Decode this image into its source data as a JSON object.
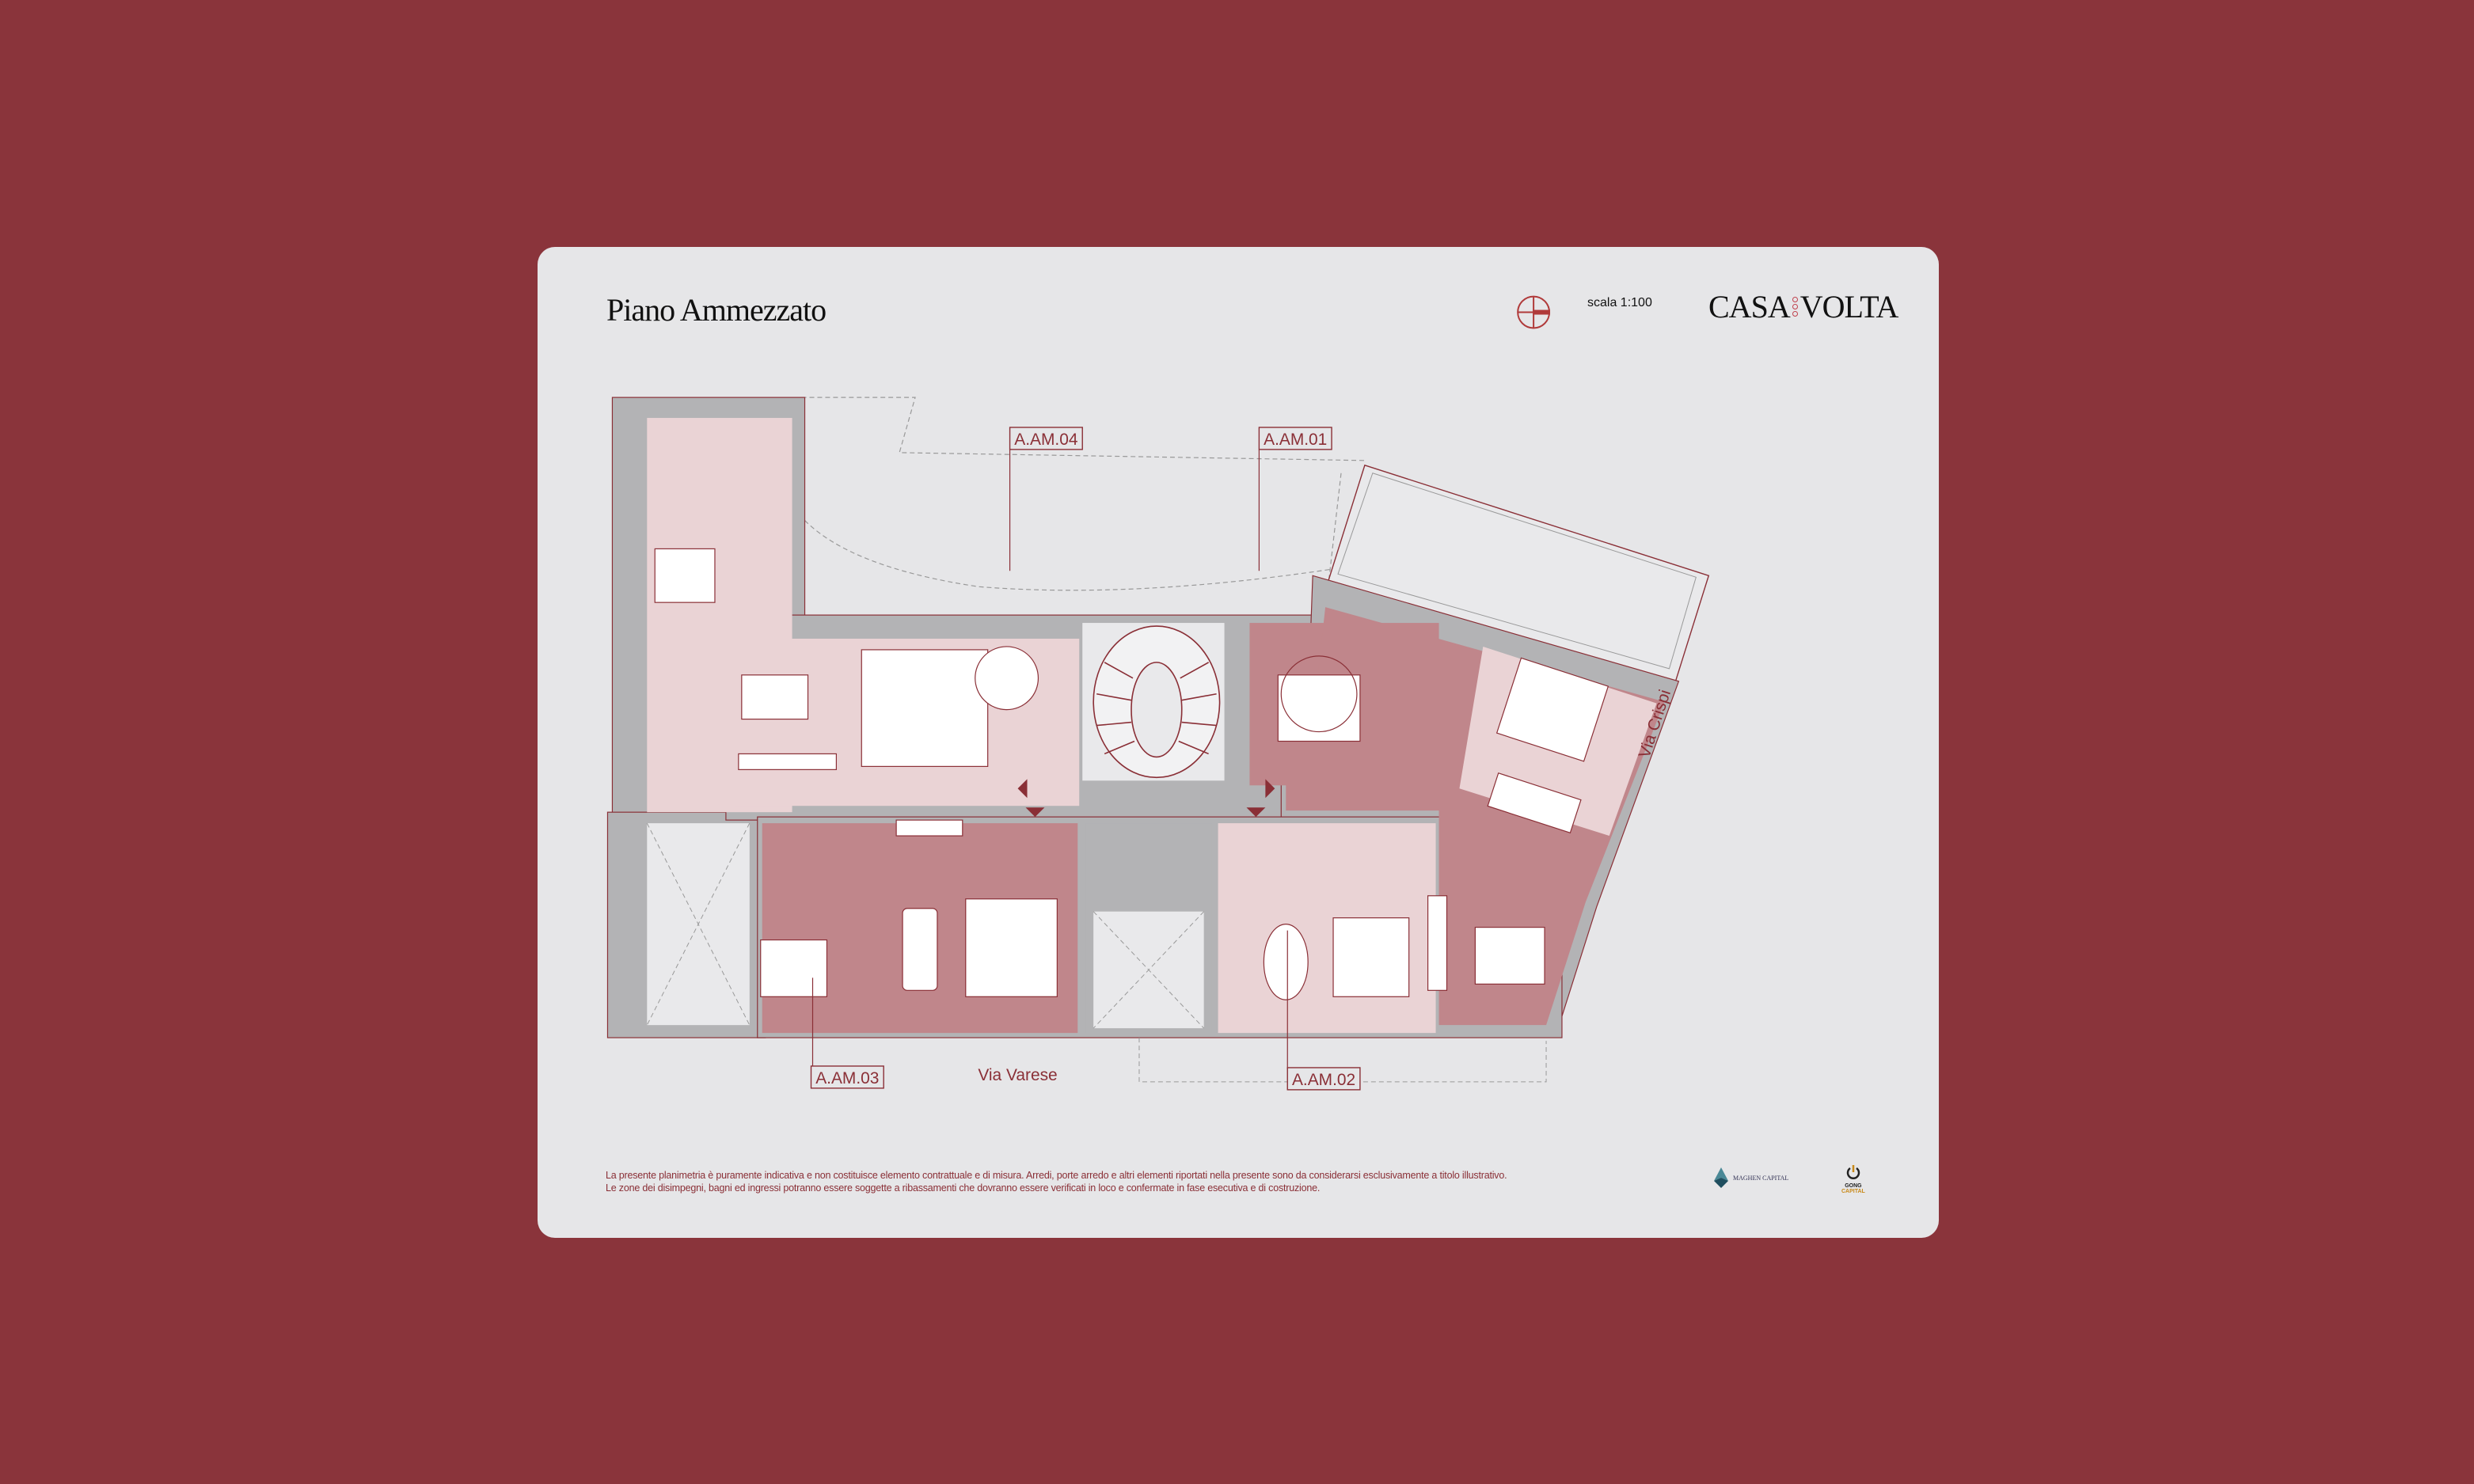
{
  "header": {
    "title": "Piano Ammezzato",
    "scale": "scala 1:100",
    "brand_left": "CASA",
    "brand_right": "VOLTA",
    "compass_icon": "north-arrow-icon"
  },
  "plan": {
    "units": [
      "A.AM.04",
      "A.AM.01",
      "A.AM.03",
      "A.AM.02"
    ],
    "streets": [
      "Via Varese",
      "Via Crispi"
    ]
  },
  "footer": {
    "disclaimer_1": "La presente planimetria è puramente indicativa e non costituisce elemento contrattuale e di misura. Arredi, porte arredo e altri elementi riportati nella presente sono da considerarsi esclusivamente a titolo illustrativo.",
    "disclaimer_2": "Le zone dei disimpegni, bagni ed ingressi potranno essere soggette a ribassamenti che dovranno essere verificati in loco e confermate in fase esecutiva e di costruzione.",
    "partner_1": "MAGHEN CAPITAL",
    "partner_2_top": "GONG",
    "partner_2_bottom": "CAPITAL"
  },
  "colors": {
    "background": "#8a343b",
    "card": "#e6e6e8",
    "wall": "#b3b3b5",
    "unit_dark": "#c0868b",
    "unit_light": "#ead3d5",
    "accent": "#8a2f36"
  }
}
